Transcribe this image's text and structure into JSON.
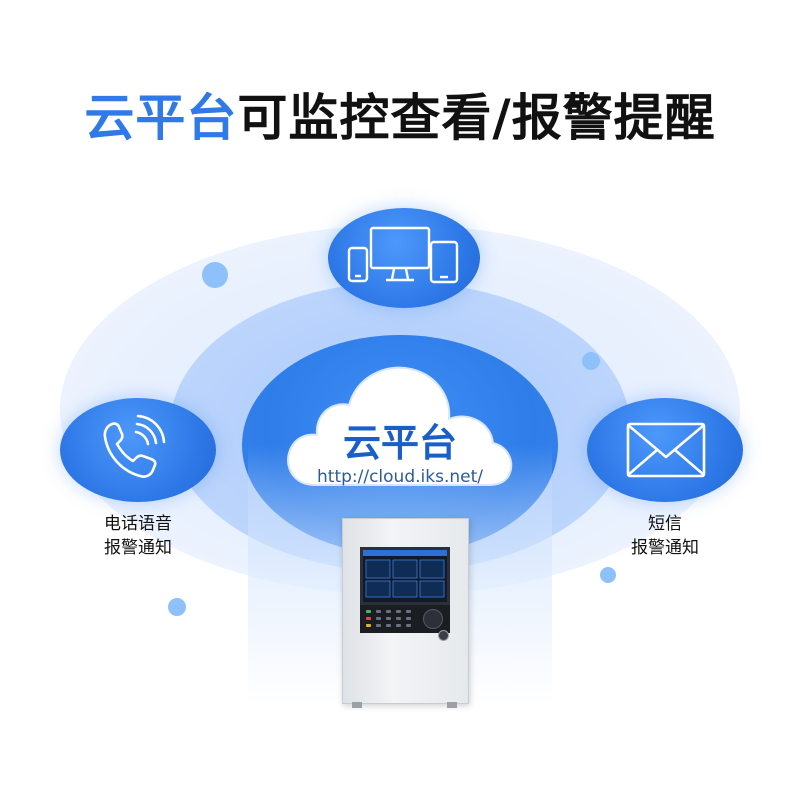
{
  "title": {
    "highlight": "云平台",
    "rest": "可监控查看/报警提醒"
  },
  "cloud": {
    "name": "云平台",
    "url": "http://cloud.iks.net/"
  },
  "left_channel": {
    "icon": "phone-icon",
    "line1": "电话语音",
    "line2": "报警通知"
  },
  "right_channel": {
    "icon": "envelope-icon",
    "line1": "短信",
    "line2": "报警通知"
  },
  "top_channel": {
    "icon": "devices-icon"
  },
  "colors": {
    "accent": "#2f7ae6",
    "bubble": "#2c77e6",
    "text": "#111111"
  }
}
